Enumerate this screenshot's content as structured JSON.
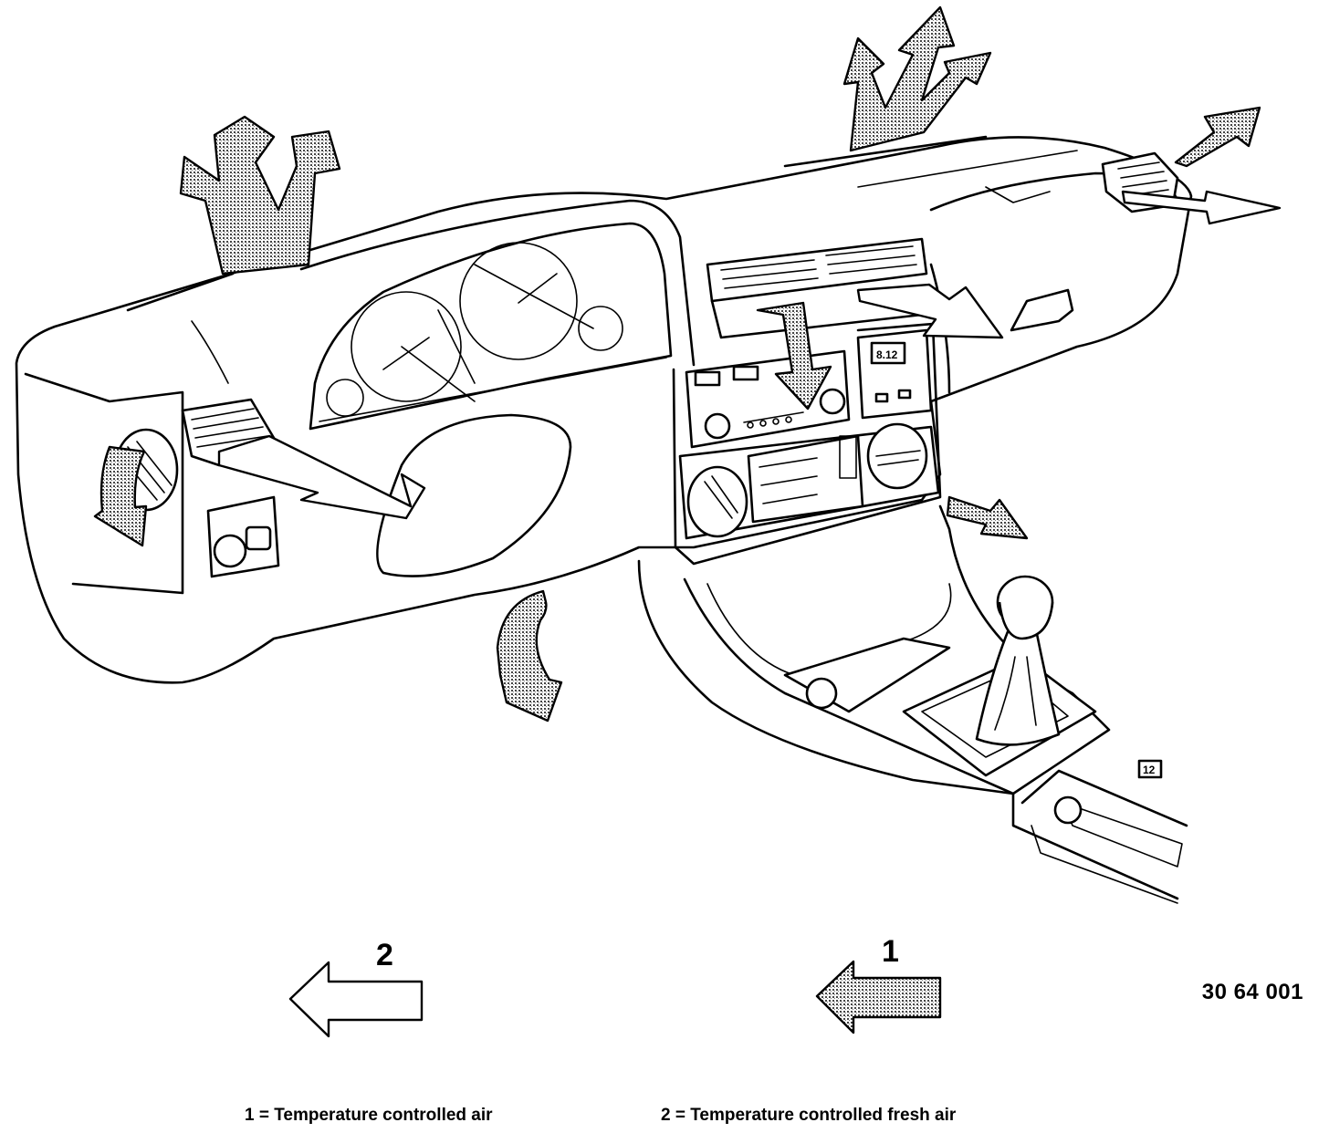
{
  "diagram": {
    "reference_number": "30 64 001",
    "legend": {
      "arrow_1_label": "1",
      "arrow_2_label": "2",
      "caption_1": "1 = Temperature controlled air",
      "caption_2": "2 = Temperature controlled fresh air"
    },
    "radio_display": "8.12",
    "clock_badge": "12",
    "arrow_styles": {
      "temperature_controlled_air": "stippled",
      "temperature_controlled_fresh_air": "outline"
    },
    "colors": {
      "line": "#000000",
      "background": "#ffffff",
      "stipple": "#8a8a8a"
    }
  }
}
